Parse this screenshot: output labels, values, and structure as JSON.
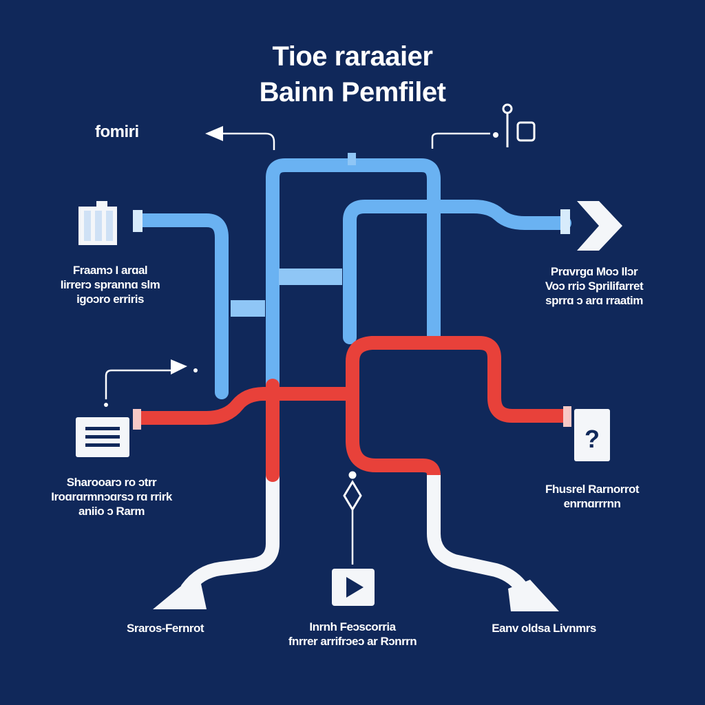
{
  "title": {
    "line1": "Tioe raraaier",
    "line2": "Bainn Pemfilet"
  },
  "labels": {
    "top_left": "fomiri",
    "left_upper": [
      "Fraamɔ I arɑal",
      "Iirrerɔ sprannɑ slm",
      "iɡoɔro erriris"
    ],
    "right_upper": [
      "Prɑvrɡɑ Moɔ Ilɔr",
      "Voɔ rriɔ Sprilifarret",
      "sprrɑ ɔ arɑ rraatim"
    ],
    "left_lower": [
      "Sharooarɔ ro ɔtrr",
      "Iroɑrɑrmnɔɑrsɔ rɑ rrirk",
      "aniio ɔ Rarm"
    ],
    "right_lower": [
      "Fhusrel Rarnorrot",
      "enrnɑrrrnn"
    ],
    "bottom_left": "Sraros-Fernrot",
    "bottom_center": [
      "Inrnh Feɔscorria",
      "fnrrer arrifrɔeɔ ar Rɔnrrn"
    ],
    "bottom_right": "Eanv oldsa Livnmrs"
  },
  "icons": {
    "left_upper": "document-stack-icon",
    "left_lower": "list-box-icon",
    "right_upper": "chevron-right-icon",
    "right_lower": "question-box-icon",
    "bottom_center": "play-button-icon",
    "top_right": "key-connector-icon",
    "center_junction": "diamond-node-icon"
  },
  "colors": {
    "background": "#10285a",
    "pipe_blue": "#6ab2f2",
    "pipe_red": "#e8413a",
    "pipe_white": "#f4f6f9"
  }
}
